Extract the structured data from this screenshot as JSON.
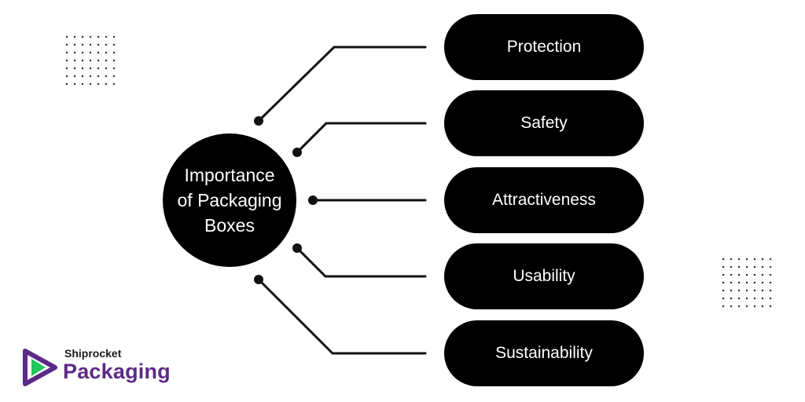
{
  "diagram": {
    "center_label": "Importance\nof Packaging\nBoxes",
    "items": [
      {
        "label": "Protection"
      },
      {
        "label": "Safety"
      },
      {
        "label": "Attractiveness"
      },
      {
        "label": "Usability"
      },
      {
        "label": "Sustainability"
      }
    ]
  },
  "branding": {
    "small_text": "Shiprocket",
    "large_text": "Packaging",
    "logo_icon": "play-triangle-logo-icon"
  },
  "colors": {
    "background": "#ffffff",
    "node_fill": "#000000",
    "node_text": "#ffffff",
    "brand_purple": "#5b2a86",
    "brand_green": "#22c55e"
  }
}
